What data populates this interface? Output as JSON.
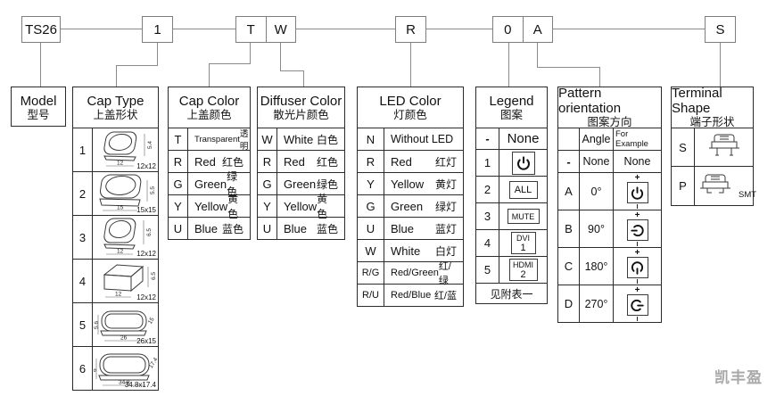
{
  "part_number": {
    "model": "TS26",
    "cap_type": "1",
    "cap_color": "T",
    "diffuser_color": "W",
    "led_color": "R",
    "legend": "0",
    "orientation": "A",
    "terminal": "S"
  },
  "columns": {
    "model": {
      "title": "Model",
      "subtitle": "型号"
    },
    "cap_type": {
      "title": "Cap Type",
      "subtitle": "上盖形状",
      "rows": [
        {
          "code": "1",
          "dim_h": "5.4",
          "dim_w": "12",
          "dim_d": "",
          "size": "12x12"
        },
        {
          "code": "2",
          "dim_h": "5.5",
          "dim_w": "15",
          "dim_d": "",
          "size": "15x15"
        },
        {
          "code": "3",
          "dim_h": "6.5",
          "dim_w": "12",
          "dim_d": "",
          "size": "12x12"
        },
        {
          "code": "4",
          "dim_h": "6.5",
          "dim_w": "12",
          "dim_d": "",
          "size": "12x12"
        },
        {
          "code": "5",
          "dim_h": "5.6",
          "dim_w": "26",
          "dim_d": "15",
          "size": "26x15"
        },
        {
          "code": "6",
          "dim_h": "6",
          "dim_w": "34.8",
          "dim_d": "17.4",
          "size": "34.8x17.4"
        }
      ]
    },
    "cap_color": {
      "title": "Cap Color",
      "subtitle": "上盖颜色",
      "rows": [
        {
          "code": "T",
          "en": "Transparent",
          "cn": "透明"
        },
        {
          "code": "R",
          "en": "Red",
          "cn": "红色"
        },
        {
          "code": "G",
          "en": "Green",
          "cn": "绿色"
        },
        {
          "code": "Y",
          "en": "Yellow",
          "cn": "黄色"
        },
        {
          "code": "U",
          "en": "Blue",
          "cn": "蓝色"
        }
      ]
    },
    "diffuser_color": {
      "title": "Diffuser Color",
      "subtitle": "散光片颜色",
      "rows": [
        {
          "code": "W",
          "en": "White",
          "cn": "白色"
        },
        {
          "code": "R",
          "en": "Red",
          "cn": "红色"
        },
        {
          "code": "G",
          "en": "Green",
          "cn": "绿色"
        },
        {
          "code": "Y",
          "en": "Yellow",
          "cn": "黄色"
        },
        {
          "code": "U",
          "en": "Blue",
          "cn": "蓝色"
        }
      ]
    },
    "led_color": {
      "title": "LED Color",
      "subtitle": "灯颜色",
      "rows": [
        {
          "code": "N",
          "en": "Without LED",
          "cn": ""
        },
        {
          "code": "R",
          "en": "Red",
          "cn": "红灯"
        },
        {
          "code": "Y",
          "en": "Yellow",
          "cn": "黄灯"
        },
        {
          "code": "G",
          "en": "Green",
          "cn": "绿灯"
        },
        {
          "code": "U",
          "en": "Blue",
          "cn": "蓝灯"
        },
        {
          "code": "W",
          "en": "White",
          "cn": "白灯"
        },
        {
          "code": "R/G",
          "en": "Red/Green",
          "cn": "红/绿"
        },
        {
          "code": "R/U",
          "en": "Red/Blue",
          "cn": "红/蓝"
        }
      ]
    },
    "legend": {
      "title": "Legend",
      "subtitle": "图案",
      "rows": [
        {
          "code": "-",
          "label": "None"
        },
        {
          "code": "1",
          "label": ""
        },
        {
          "code": "2",
          "label": "ALL"
        },
        {
          "code": "3",
          "label": "MUTE"
        },
        {
          "code": "4",
          "line1": "DVI",
          "line2": "1"
        },
        {
          "code": "5",
          "line1": "HDMI",
          "line2": "2"
        }
      ],
      "footer": "见附表一"
    },
    "pattern_orientation": {
      "title": "Pattern orientation",
      "subtitle": "图案方向",
      "col_angle": "Angle",
      "col_example": "For Example",
      "plus": "+",
      "rows": [
        {
          "code": "-",
          "angle": "None",
          "example": "None"
        },
        {
          "code": "A",
          "angle": "0°"
        },
        {
          "code": "B",
          "angle": "90°"
        },
        {
          "code": "C",
          "angle": "180°"
        },
        {
          "code": "D",
          "angle": "270°"
        }
      ]
    },
    "terminal_shape": {
      "title": "Terminal Shape",
      "subtitle": "端子形状",
      "rows": [
        {
          "code": "S",
          "note": ""
        },
        {
          "code": "P",
          "note": "SMT"
        }
      ]
    }
  },
  "watermark": "凯丰盈"
}
